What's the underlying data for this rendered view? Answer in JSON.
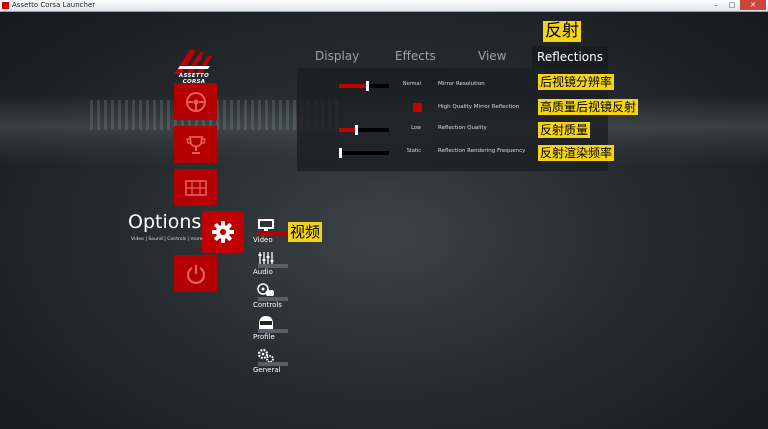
{
  "window": {
    "title": "Assetto Corsa Launcher",
    "minimize": "–",
    "maximize": "□",
    "close": "✕"
  },
  "logo": {
    "text": "ASSETTO CORSA"
  },
  "options": {
    "title": "Options",
    "subtitle": "Video | Sound | Controls | more"
  },
  "submenu": {
    "video": "Video",
    "audio": "Audio",
    "controls": "Controls",
    "profile": "Profile",
    "general": "General"
  },
  "tabs": {
    "display": "Display",
    "effects": "Effects",
    "view": "View",
    "reflections": "Reflections"
  },
  "settings": {
    "mirror_resolution": {
      "label": "Mirror Resolution",
      "value": "Normal",
      "level": 0.55
    },
    "hq_mirror_reflection": {
      "label": "High Quality Mirror Reflection",
      "checked": true
    },
    "reflection_quality": {
      "label": "Reflection Quality",
      "value": "Low",
      "level": 0.33
    },
    "reflection_rendering_frequency": {
      "label": "Reflection Rendering Frequency",
      "value": "Static",
      "level": 0.0
    }
  },
  "annotations": {
    "reflections_title": "反射",
    "mirror_resolution": "后视镜分辨率",
    "hq_mirror_reflection": "高质量后视镜反射",
    "reflection_quality": "反射质量",
    "reflection_rendering_frequency": "反射渲染频率",
    "video": "视频"
  },
  "colors": {
    "accent_red": "#c00000",
    "annotation_yellow": "#f5d416"
  },
  "icons": {
    "main_menu": [
      "steering-wheel-icon",
      "trophy-icon",
      "garage-icon",
      "gear-icon",
      "power-icon"
    ],
    "submenu": [
      "monitor-icon",
      "equalizer-icon",
      "controller-icon",
      "helmet-icon",
      "gears-icon"
    ]
  }
}
